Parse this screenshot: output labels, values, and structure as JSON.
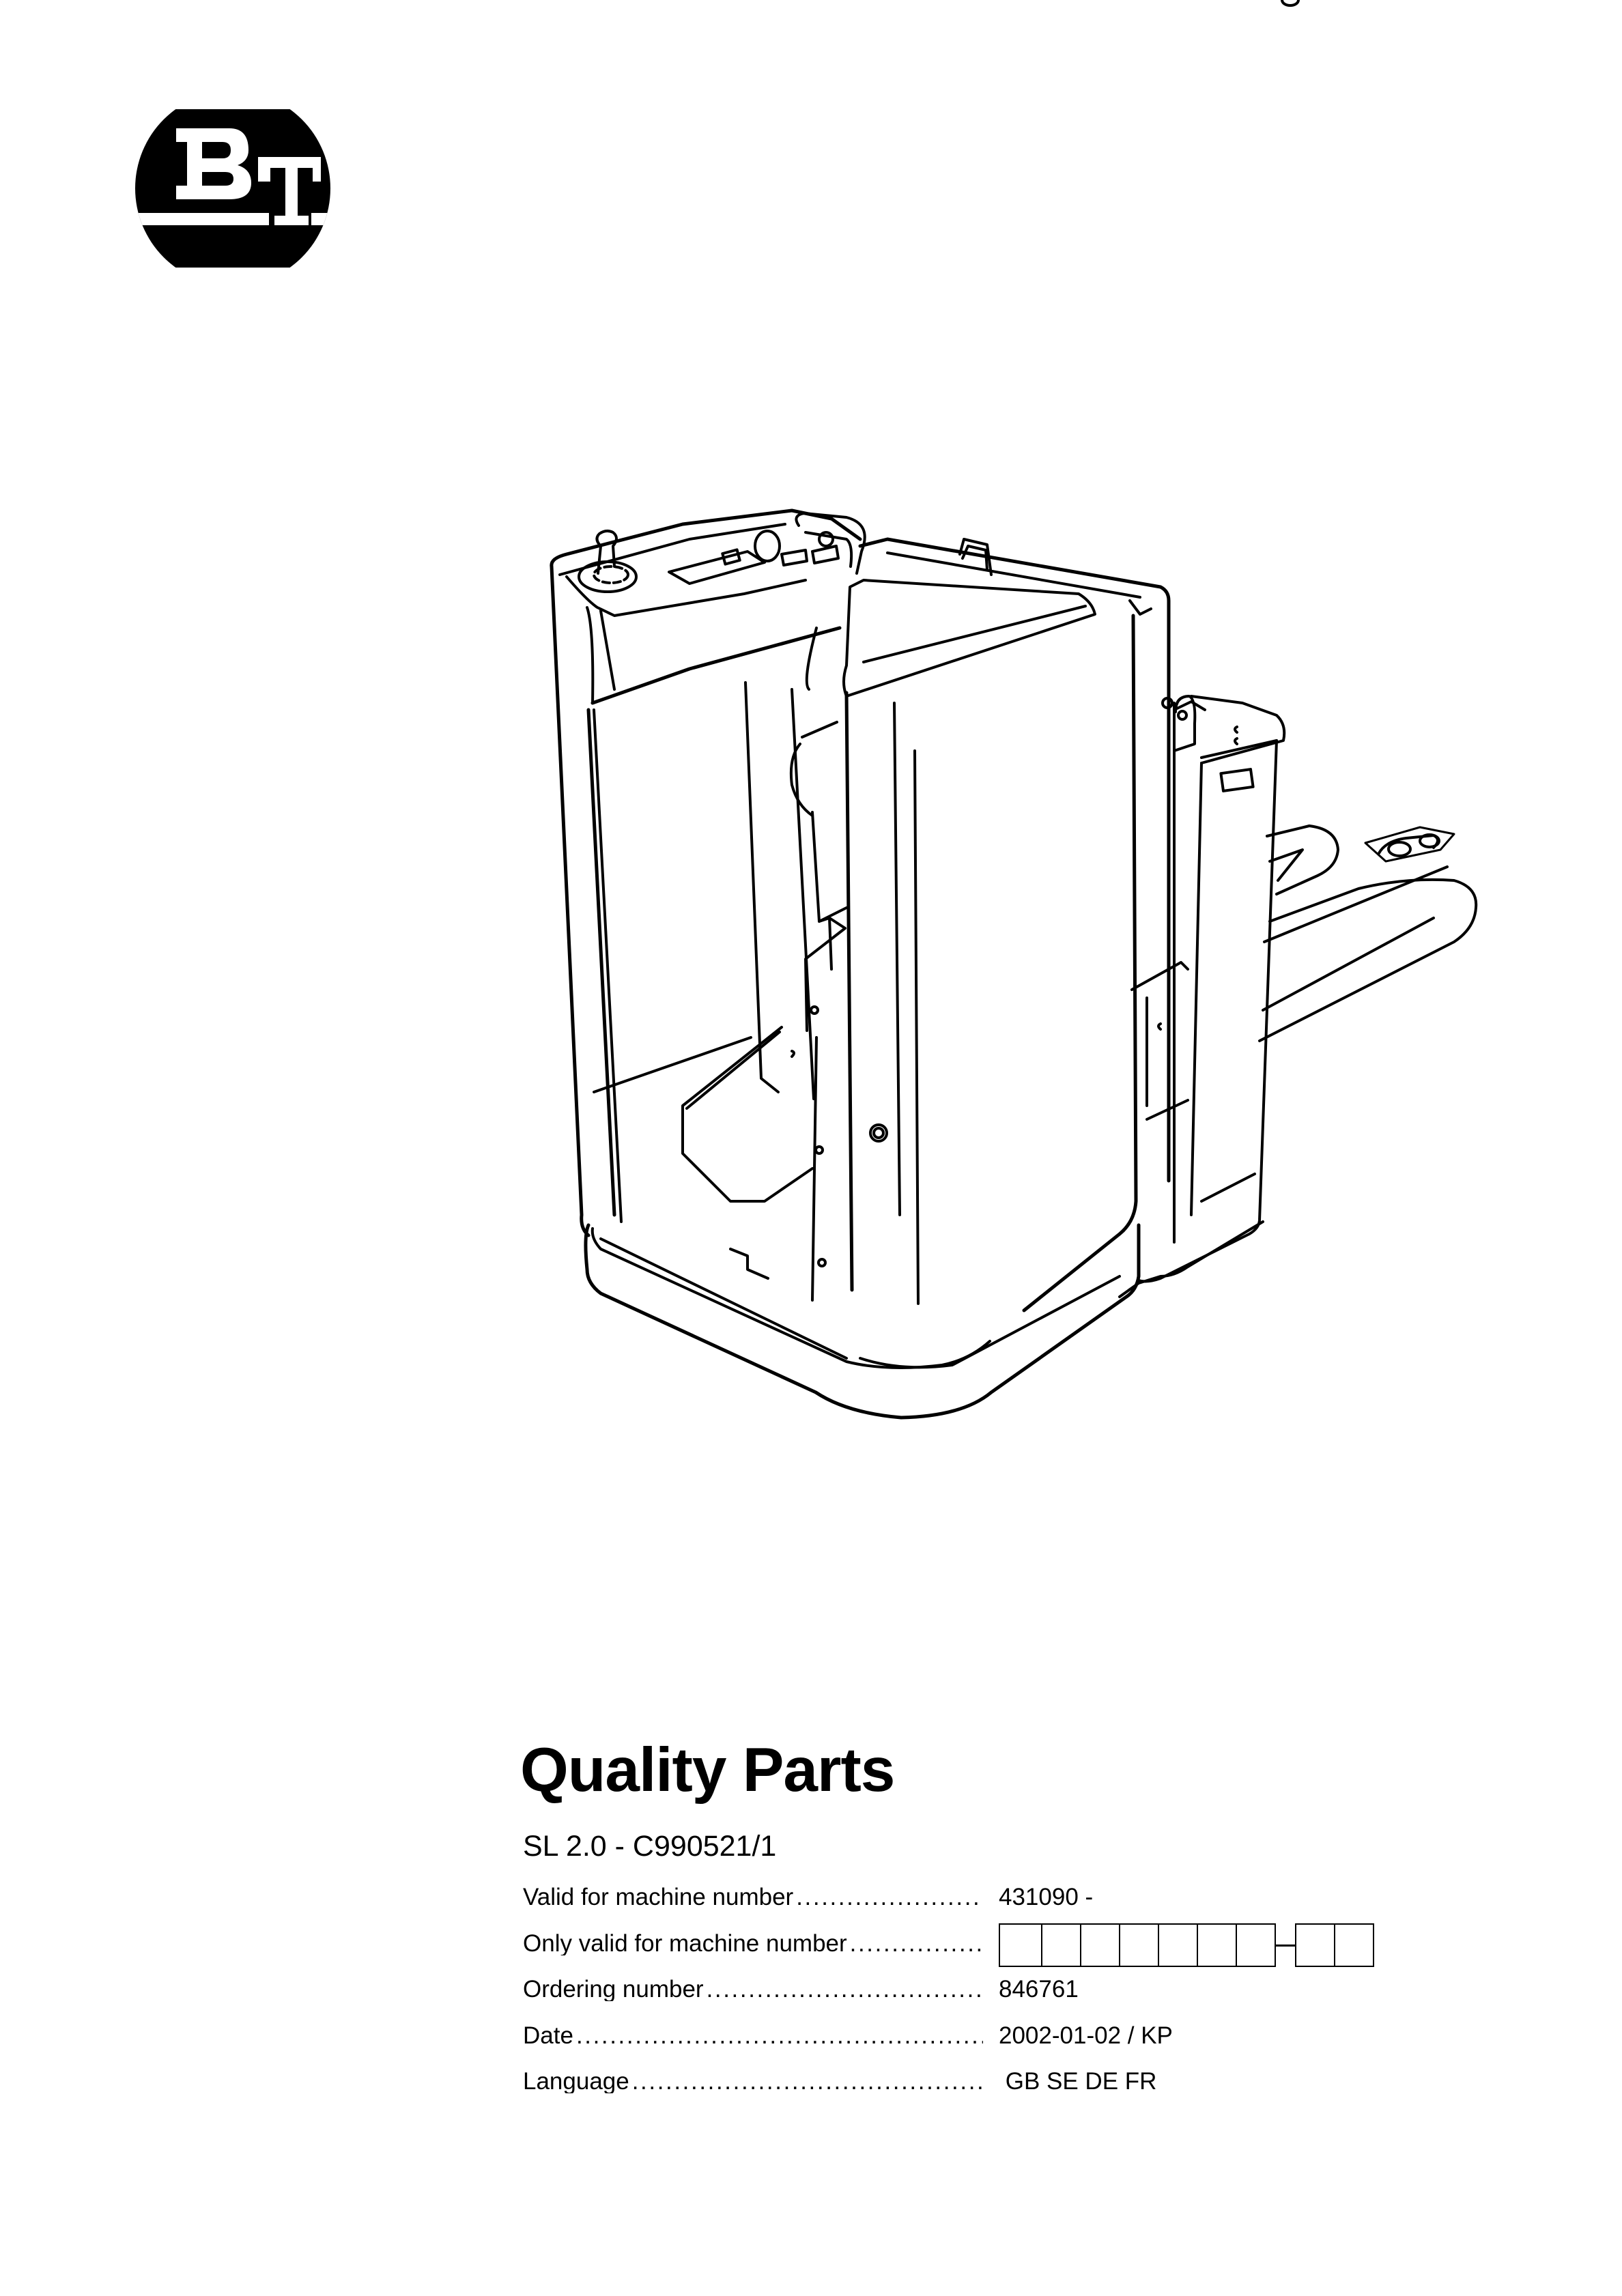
{
  "logo": {
    "text": "BT",
    "icon": "bt-brand-logo"
  },
  "illustration": {
    "subject": "pallet-truck-line-drawing",
    "icon": "pallet-truck-illustration"
  },
  "document": {
    "title": "Quality Parts",
    "subtitle": "SL 2.0 - C990521/1"
  },
  "info_rows": [
    {
      "label": "Valid for machine number",
      "leader": "........................................",
      "value": "431090 -"
    },
    {
      "label": "Only valid for machine number",
      "leader": "........................................",
      "value": "",
      "boxes_group1": 7,
      "boxes_group2": 2
    },
    {
      "label": "Ordering number ",
      "leader": "...............................................................",
      "value": "846761"
    },
    {
      "label": "Date ",
      "leader": "..............................................................................................",
      "value": "2002-01-02 / KP"
    },
    {
      "label": "Language",
      "leader": "..............................................................................",
      "value": " GB SE DE FR"
    }
  ],
  "colors": {
    "ink": "#000000",
    "paper": "#ffffff"
  }
}
